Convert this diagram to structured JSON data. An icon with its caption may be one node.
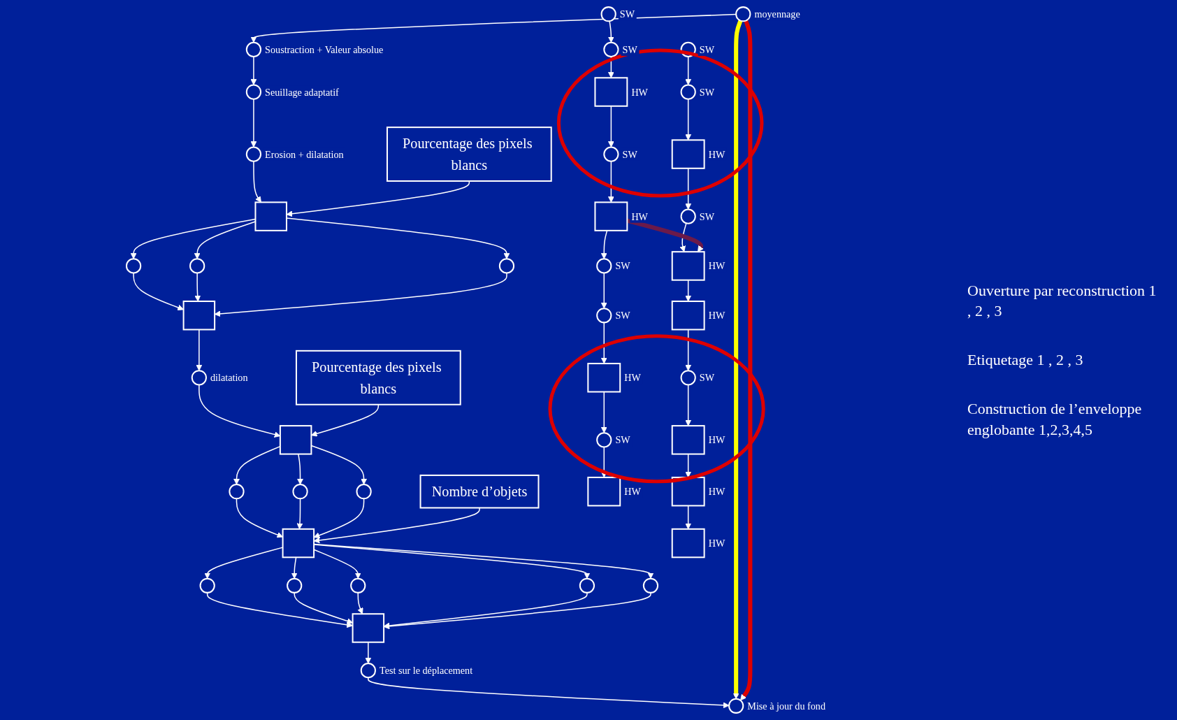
{
  "diagram": {
    "nodes": [
      {
        "text": [],
        "shape": "circle",
        "beside": [
          "moyennage"
        ]
      },
      {
        "text": [],
        "shape": "circle",
        "beside": [
          "Soustraction + Valeur absolue"
        ]
      },
      {
        "text": [],
        "shape": "circle",
        "beside": [
          "Seuillage adaptatif"
        ]
      },
      {
        "text": [],
        "shape": "circle",
        "beside": [
          "Erosion + dilatation"
        ]
      },
      {
        "text": [
          "Pourcentage des pixels blancs"
        ]
      },
      {
        "text": [],
        "shape": "bar"
      },
      {
        "text": [],
        "shape": "circle"
      },
      {
        "text": [],
        "shape": "circle"
      },
      {
        "text": [],
        "shape": "circle"
      },
      {
        "text": [],
        "shape": "bar"
      },
      {
        "text": [],
        "shape": "circle",
        "beside": [
          "dilatation"
        ]
      },
      {
        "text": [
          "Pourcentage des pixels blancs"
        ]
      },
      {
        "text": [],
        "shape": "bar"
      },
      {
        "text": [],
        "shape": "circle"
      },
      {
        "text": [],
        "shape": "circle"
      },
      {
        "text": [],
        "shape": "circle"
      },
      {
        "text": [
          "Nombre d’objets"
        ]
      },
      {
        "text": [],
        "shape": "bar"
      },
      {
        "text": [],
        "shape": "circle"
      },
      {
        "text": [],
        "shape": "circle"
      },
      {
        "text": [],
        "shape": "circle"
      },
      {
        "text": [],
        "shape": "circle"
      },
      {
        "text": [],
        "shape": "circle"
      },
      {
        "text": [],
        "shape": "bar"
      },
      {
        "text": [],
        "shape": "circle",
        "beside": [
          "Test sur le déplacement"
        ]
      },
      {
        "text": [],
        "shape": "circle",
        "beside": [
          "Mise à jour du fond"
        ]
      },
      {
        "text": [],
        "shape": "circle",
        "beside": [
          "SW"
        ]
      },
      {
        "text": [],
        "shape": "circle",
        "beside": [
          "SW"
        ]
      },
      {
        "text": [],
        "shape": "box",
        "beside": [
          "HW"
        ]
      },
      {
        "text": [],
        "shape": "circle",
        "beside": [
          "SW"
        ]
      },
      {
        "text": [],
        "shape": "box",
        "beside": [
          "HW"
        ]
      },
      {
        "text": [],
        "shape": "circle",
        "beside": [
          "SW"
        ]
      },
      {
        "text": [],
        "shape": "circle",
        "beside": [
          "SW"
        ]
      },
      {
        "text": [],
        "shape": "box",
        "beside": [
          "HW"
        ]
      },
      {
        "text": [],
        "shape": "circle",
        "beside": [
          "SW"
        ]
      },
      {
        "text": [],
        "shape": "box",
        "beside": [
          "HW"
        ]
      },
      {
        "text": [],
        "shape": "circle",
        "beside": [
          "SW"
        ]
      },
      {
        "text": [],
        "shape": "circle",
        "beside": [
          "SW"
        ]
      },
      {
        "text": [],
        "shape": "box",
        "beside": [
          "HW"
        ]
      },
      {
        "text": [],
        "shape": "circle",
        "beside": [
          "SW"
        ]
      },
      {
        "text": [],
        "shape": "box",
        "beside": [
          "HW"
        ]
      },
      {
        "text": [],
        "shape": "box",
        "beside": [
          "HW"
        ]
      },
      {
        "text": [],
        "shape": "circle",
        "beside": [
          "SW"
        ]
      },
      {
        "text": [],
        "shape": "box",
        "beside": [
          "HW"
        ]
      },
      {
        "text": [],
        "shape": "box",
        "beside": [
          "HW"
        ]
      },
      {
        "text": [],
        "shape": "box",
        "beside": [
          "HW"
        ]
      }
    ],
    "edges": [
      {
        "from": 0,
        "to": 1,
        "arrow": "to"
      },
      {
        "from": 1,
        "to": 2,
        "arrow": "to"
      },
      {
        "from": 2,
        "to": 3,
        "arrow": "to"
      },
      {
        "from": 3,
        "to": 5,
        "arrow": "to"
      },
      {
        "from": 4,
        "to": 5,
        "arrow": "to"
      },
      {
        "from": 5,
        "to": 6,
        "arrow": "to"
      },
      {
        "from": 5,
        "to": 7,
        "arrow": "to"
      },
      {
        "from": 5,
        "to": 8,
        "arrow": "to"
      },
      {
        "from": 6,
        "to": 9,
        "arrow": "to"
      },
      {
        "from": 7,
        "to": 9,
        "arrow": "to"
      },
      {
        "from": 8,
        "to": 9,
        "arrow": "to"
      },
      {
        "from": 9,
        "to": 10,
        "arrow": "to"
      },
      {
        "from": 10,
        "to": 12,
        "arrow": "to"
      },
      {
        "from": 11,
        "to": 12,
        "arrow": "to"
      },
      {
        "from": 12,
        "to": 13,
        "arrow": "to"
      },
      {
        "from": 12,
        "to": 14,
        "arrow": "to"
      },
      {
        "from": 12,
        "to": 15,
        "arrow": "to"
      },
      {
        "from": 13,
        "to": 17,
        "arrow": "to"
      },
      {
        "from": 14,
        "to": 17,
        "arrow": "to"
      },
      {
        "from": 15,
        "to": 17,
        "arrow": "to"
      },
      {
        "from": 16,
        "to": 17,
        "arrow": "to"
      },
      {
        "from": 17,
        "to": 18,
        "arrow": "to"
      },
      {
        "from": 17,
        "to": 19,
        "arrow": "to"
      },
      {
        "from": 17,
        "to": 20,
        "arrow": "to"
      },
      {
        "from": 17,
        "to": 21,
        "arrow": "to"
      },
      {
        "from": 17,
        "to": 22,
        "arrow": "to"
      },
      {
        "from": 18,
        "to": 23,
        "arrow": "to"
      },
      {
        "from": 19,
        "to": 23,
        "arrow": "to"
      },
      {
        "from": 20,
        "to": 23,
        "arrow": "to"
      },
      {
        "from": 21,
        "to": 23,
        "arrow": "to"
      },
      {
        "from": 22,
        "to": 23,
        "arrow": "to"
      },
      {
        "from": 23,
        "to": 24,
        "arrow": "to"
      },
      {
        "from": 24,
        "to": 25,
        "arrow": "to"
      },
      {
        "from": 0,
        "to": 25,
        "arrow": "to",
        "style": "thick",
        "color": "#ffff00"
      },
      {
        "from": 0,
        "to": 25,
        "arrow": "to",
        "style": "thick",
        "color": "#dd0000"
      },
      {
        "from": 26,
        "to": 27,
        "arrow": "to"
      },
      {
        "from": 27,
        "to": 28,
        "arrow": "to"
      },
      {
        "from": 28,
        "to": 29,
        "arrow": "to"
      },
      {
        "from": 29,
        "to": 30,
        "arrow": "to"
      },
      {
        "from": 30,
        "to": 31,
        "arrow": "to"
      },
      {
        "from": 31,
        "to": 32,
        "arrow": "to"
      },
      {
        "from": 32,
        "to": 33,
        "arrow": "to"
      },
      {
        "from": 33,
        "to": 34,
        "arrow": "to"
      },
      {
        "from": 34,
        "to": 35,
        "arrow": "to"
      },
      {
        "from": 36,
        "to": 37,
        "arrow": "to"
      },
      {
        "from": 37,
        "to": 38,
        "arrow": "to"
      },
      {
        "from": 38,
        "to": 39,
        "arrow": "to"
      },
      {
        "from": 39,
        "to": 40,
        "arrow": "to"
      },
      {
        "from": 40,
        "to": 41,
        "arrow": "to"
      },
      {
        "from": 41,
        "to": 42,
        "arrow": "to"
      },
      {
        "from": 42,
        "to": 43,
        "arrow": "to"
      },
      {
        "from": 43,
        "to": 44,
        "arrow": "to"
      },
      {
        "from": 44,
        "to": 45,
        "arrow": "to"
      },
      {
        "from": 30,
        "to": 40,
        "arrow": "to",
        "style": "thick",
        "color": "#6b1a4a"
      }
    ],
    "labels": [
      "Ouverture par reconstruction 1 , 2 , 3",
      "Etiquetage 1 , 2 , 3",
      "Construction de l’enveloppe englobante 1,2,3,4,5"
    ]
  }
}
